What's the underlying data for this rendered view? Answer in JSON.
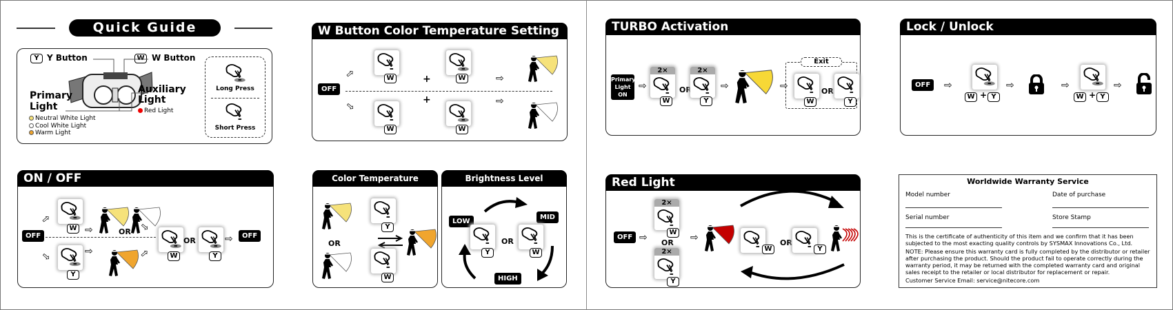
{
  "labels": {
    "W": "W",
    "Y": "Y",
    "OFF": "OFF",
    "OR": "OR",
    "plus": "+",
    "twice": "2×"
  },
  "colors": {
    "neutral": "#f6e27a",
    "cool": "#ffffff",
    "warm": "#f0a52e",
    "turbo": "#f7d836",
    "red": "#c40000"
  },
  "quick_guide": {
    "title": "Quick Guide",
    "y_button": "Y Button",
    "w_button": "W Button",
    "primary_light_1": "Primary",
    "primary_light_2": "Light",
    "legend": [
      "Neutral White Light",
      "Cool White Light",
      "Warm Light"
    ],
    "auxiliary_1": "Auxiliary",
    "auxiliary_2": "Light",
    "red_light": "Red Light",
    "long_press": "Long Press",
    "short_press": "Short Press"
  },
  "on_off": {
    "title": "ON / OFF"
  },
  "w_color_temp": {
    "title": "W Button Color Temperature Setting"
  },
  "color_switch": {
    "title": "Color Temperature Switching"
  },
  "brightness": {
    "title": "Brightness Level Adjustment",
    "low": "LOW",
    "mid": "MID",
    "high": "HIGH"
  },
  "turbo": {
    "title": "TURBO Activation",
    "start_1": "Primary",
    "start_2": "Light",
    "start_3": "ON",
    "exit": "Exit"
  },
  "lock": {
    "title": "Lock / Unlock"
  },
  "red": {
    "title": "Red Light"
  },
  "warranty": {
    "title": "Worldwide Warranty Service",
    "model": "Model number",
    "date": "Date of purchase",
    "serial": "Serial number",
    "stamp": "Store Stamp",
    "certificate": "This is the certificate of authenticity of this item and we confirm that it has been subjected to the most exacting quality controls by SYSMAX Innovations Co., Ltd.",
    "note": "NOTE: Please ensure this warranty card is fully completed by the distributor or retailer after purchasing the product. Should the product fail to operate correctly during the warranty period, it may be returned with the completed warranty card and original sales receipt to the retailer or local distributor for replacement or repair.",
    "email": "Customer Service Email: service@nitecore.com"
  }
}
